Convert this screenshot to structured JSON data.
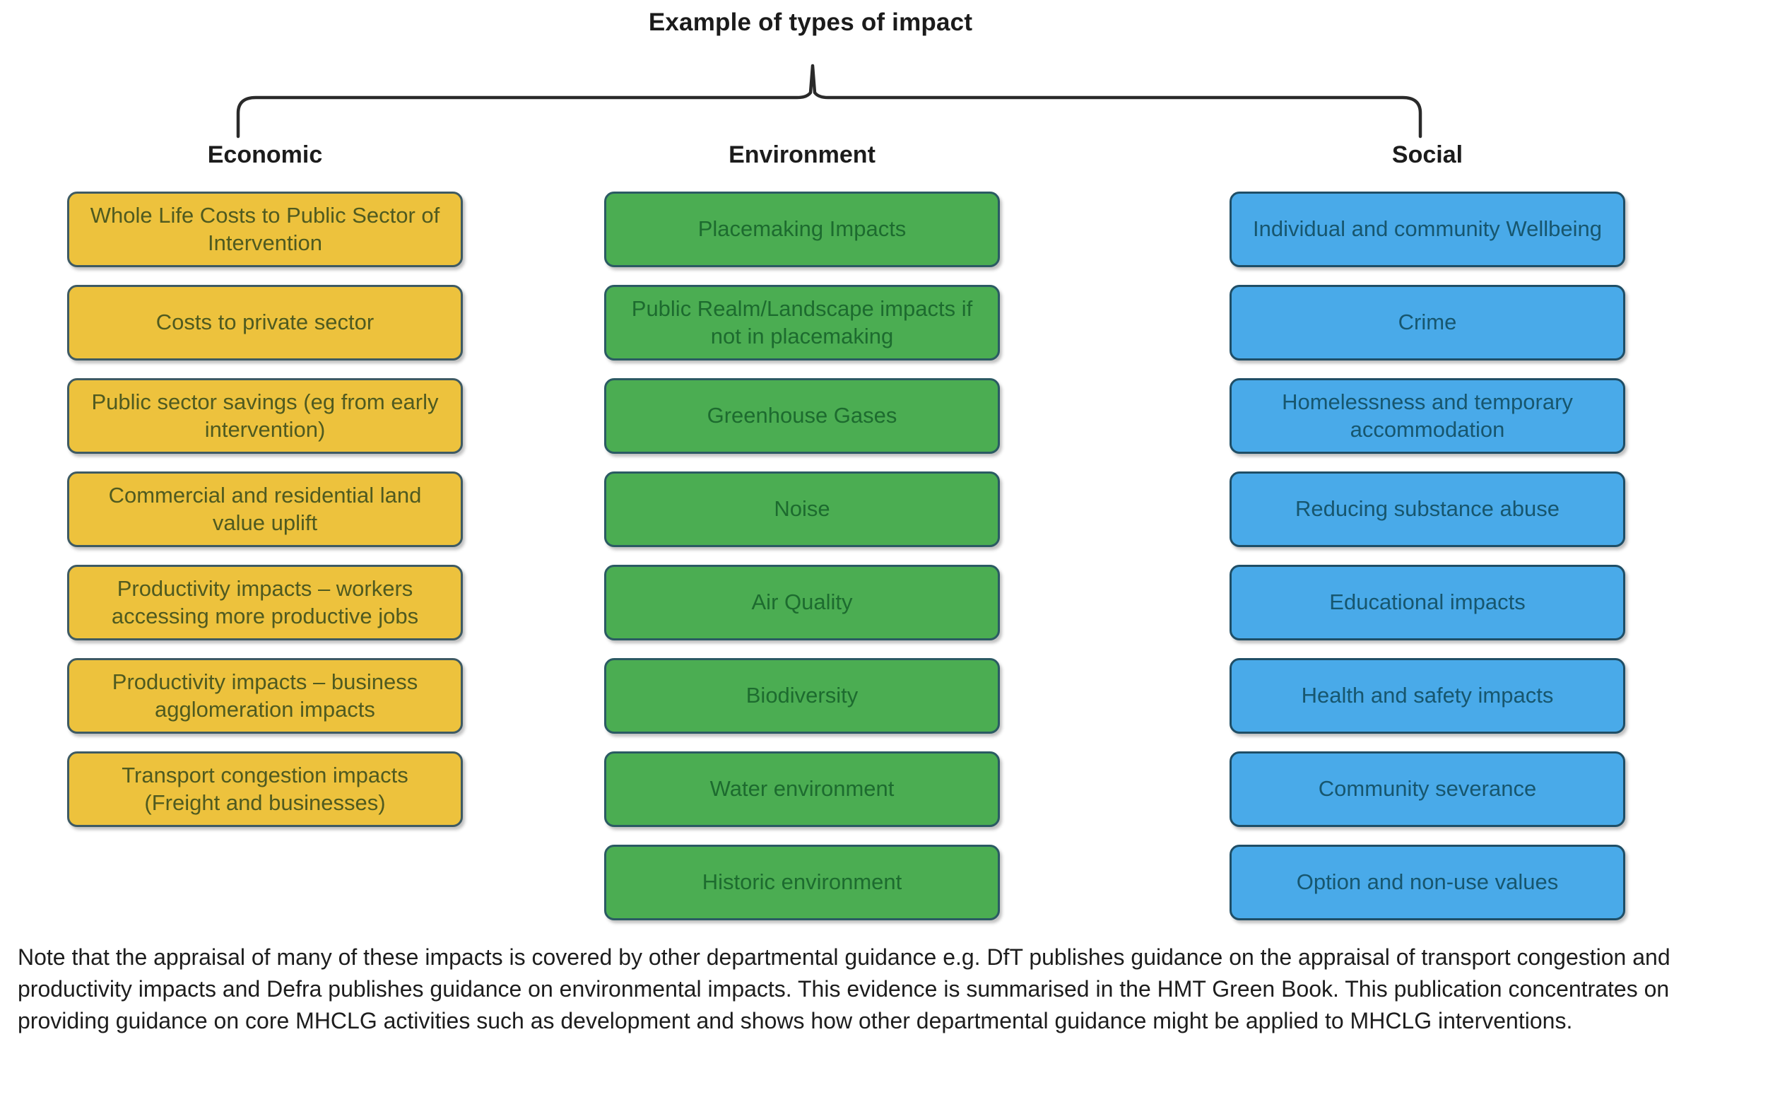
{
  "title": "Example of types of impact",
  "bracket_color": "#2a2a2a",
  "columns": [
    {
      "id": "economic",
      "header": "Economic",
      "fill": "#edc23d",
      "border": "#3e5a63",
      "text_color": "#4f5a20",
      "items": [
        "Whole Life Costs to Public Sector of Intervention",
        "Costs to private sector",
        "Public sector savings (eg from early intervention)",
        "Commercial and residential land value uplift",
        "Productivity impacts – workers accessing more productive jobs",
        "Productivity impacts – business agglomeration impacts",
        "Transport congestion impacts (Freight and businesses)"
      ]
    },
    {
      "id": "environment",
      "header": "Environment",
      "fill": "#4bad52",
      "border": "#2b5a63",
      "text_color": "#1d6b2f",
      "items": [
        "Placemaking Impacts",
        "Public Realm/Landscape impacts if not in placemaking",
        "Greenhouse Gases",
        "Noise",
        "Air Quality",
        "Biodiversity",
        "Water environment",
        "Historic environment"
      ]
    },
    {
      "id": "social",
      "header": "Social",
      "fill": "#49aae9",
      "border": "#1f4e66",
      "text_color": "#17566e",
      "items": [
        "Individual and community Wellbeing",
        "Crime",
        "Homelessness and temporary accommodation",
        "Reducing substance abuse",
        "Educational impacts",
        "Health and safety impacts",
        "Community severance",
        "Option and non-use values"
      ]
    }
  ],
  "note": "Note that the appraisal of many of these impacts is covered by other departmental guidance e.g. DfT publishes guidance on the appraisal of transport congestion and productivity impacts and Defra publishes guidance on environmental impacts.  This evidence is summarised in the HMT Green Book.  This publication concentrates on providing guidance on core MHCLG activities such as development and shows how other departmental guidance might be applied to MHCLG interventions."
}
